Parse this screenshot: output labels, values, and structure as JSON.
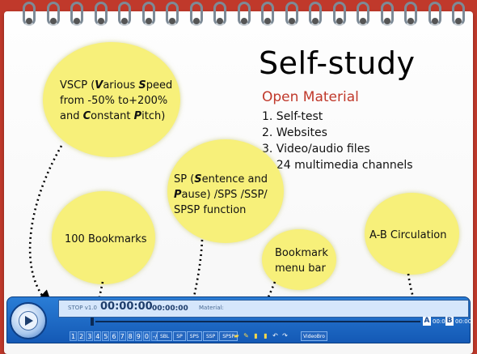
{
  "slide": {
    "title": "Self-study",
    "open_material": {
      "heading": "Open Material",
      "items": [
        "1. Self-test",
        "2. Websites",
        "3. Video/audio files",
        "4. 24 multimedia channels"
      ]
    }
  },
  "bubbles": {
    "vscp": {
      "p1": "VSCP (",
      "v": "V",
      "p2": "arious ",
      "s": "S",
      "p3": "peed",
      "line2": "from -50% to+200%",
      "p4": "and ",
      "c": "C",
      "p5": "onstant ",
      "pp": "P",
      "p6": "itch)"
    },
    "bookmarks": {
      "text": "100 Bookmarks"
    },
    "sp": {
      "p1": "SP (",
      "s": "S",
      "p2": "entence and",
      "pp": "P",
      "p3": "ause) /SPS /SSP/",
      "line3": "SPSP function"
    },
    "bookmark_menu": {
      "line1": "Bookmark",
      "line2": "menu bar"
    },
    "ab": {
      "text": "A-B Circulation"
    }
  },
  "player": {
    "status": "STOP",
    "version": "v1.0",
    "time_main": "00:00:00",
    "time_small": "00:00:00",
    "material_label": "Material:",
    "a_label": "A",
    "a_time": "00:00",
    "b_label": "B",
    "b_time": "00:00",
    "number_buttons": [
      "1",
      "2",
      "3",
      "4",
      "5",
      "6",
      "7",
      "8",
      "9",
      "0",
      "-/--"
    ],
    "sentence_buttons": [
      "SBL",
      "SP",
      "SPS",
      "SSP",
      "SPSP"
    ],
    "bookmark_icons": [
      "folder-icon",
      "edit-icon",
      "bookmark-add-icon",
      "bookmark-delete-icon",
      "undo-icon",
      "redo-icon"
    ],
    "video_button": "VideoBro"
  },
  "colors": {
    "accent": "#c0392b",
    "bubble": "#f7f07a",
    "player": "#1e6acb"
  }
}
